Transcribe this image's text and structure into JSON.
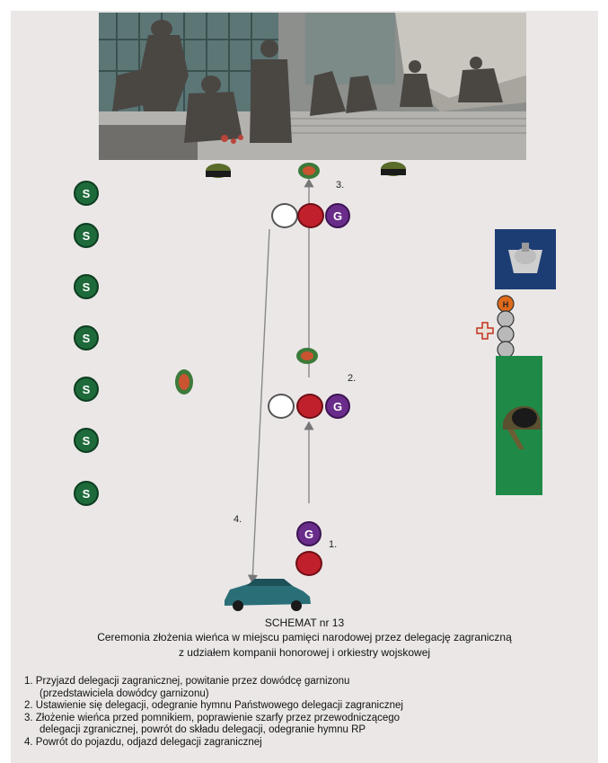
{
  "schema": {
    "title": "SCHEMAT nr 13",
    "subtitle_line1": "Ceremonia złożenia wieńca w miejscu pamięci narodowej przez delegację zagraniczną",
    "subtitle_line2": "z udziałem kompanii honorowej i orkiestry wojskowej"
  },
  "steps": [
    {
      "num": "1.",
      "lines": [
        "1. Przyjazd delegacji zagranicznej, powitanie przez dowódcę garnizonu",
        "(przedstawiciela dowódcy garnizonu)"
      ]
    },
    {
      "num": "2.",
      "lines": [
        "2. Ustawienie się delegacji, odegranie hymnu Państwowego delegacji zagranicznej"
      ]
    },
    {
      "num": "3.",
      "lines": [
        "3. Złożenie wieńca przed pomnikiem, poprawienie szarfy przez przewodniczącego",
        "delegacji zgranicznej, powrót do składu delegacji, odegranie hymnu RP"
      ]
    },
    {
      "num": "4.",
      "lines": [
        "4. Powrót do pojazdu, odjazd delegacji zagranicznej"
      ]
    }
  ],
  "markers": {
    "guard_letter": "S",
    "delegation_letter": "G",
    "orchestra_letter": "H"
  },
  "diagram_labels": {
    "step1": "1.",
    "step2": "2.",
    "step3": "3.",
    "step4": "4."
  },
  "colors": {
    "background": "#ebe7e7",
    "guard_green": "#1e6a3a",
    "delegation_purple": "#6a2c8a",
    "host_red": "#c0202c",
    "company_green": "#1f8a47",
    "flag_blue": "#1c3d74",
    "orchestra_orange": "#e06a1a",
    "car_teal": "#2a6f78"
  },
  "icons": {
    "monument_photo": "warsaw-uprising-monument-photo",
    "officer_cap": "military-cap-icon",
    "wreath": "wreath-icon",
    "car": "car-icon",
    "eagle_banner": "eagle-banner-icon",
    "cross": "military-cross-icon",
    "helmet": "helmet-icon"
  }
}
